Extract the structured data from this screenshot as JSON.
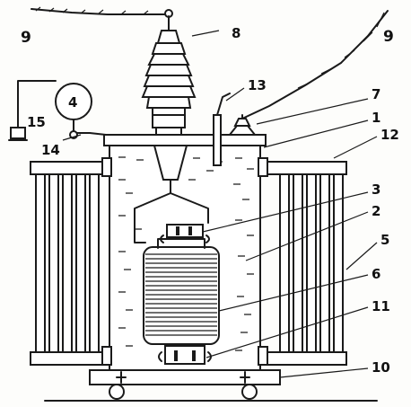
{
  "labels": {
    "l1": "1",
    "l2": "2",
    "l3": "3",
    "l4": "4",
    "l5": "5",
    "l6": "6",
    "l7": "7",
    "l8": "8",
    "l9a": "9",
    "l9b": "9",
    "l10": "10",
    "l11": "11",
    "l12": "12",
    "l13": "13",
    "l14": "14",
    "l15": "15"
  }
}
